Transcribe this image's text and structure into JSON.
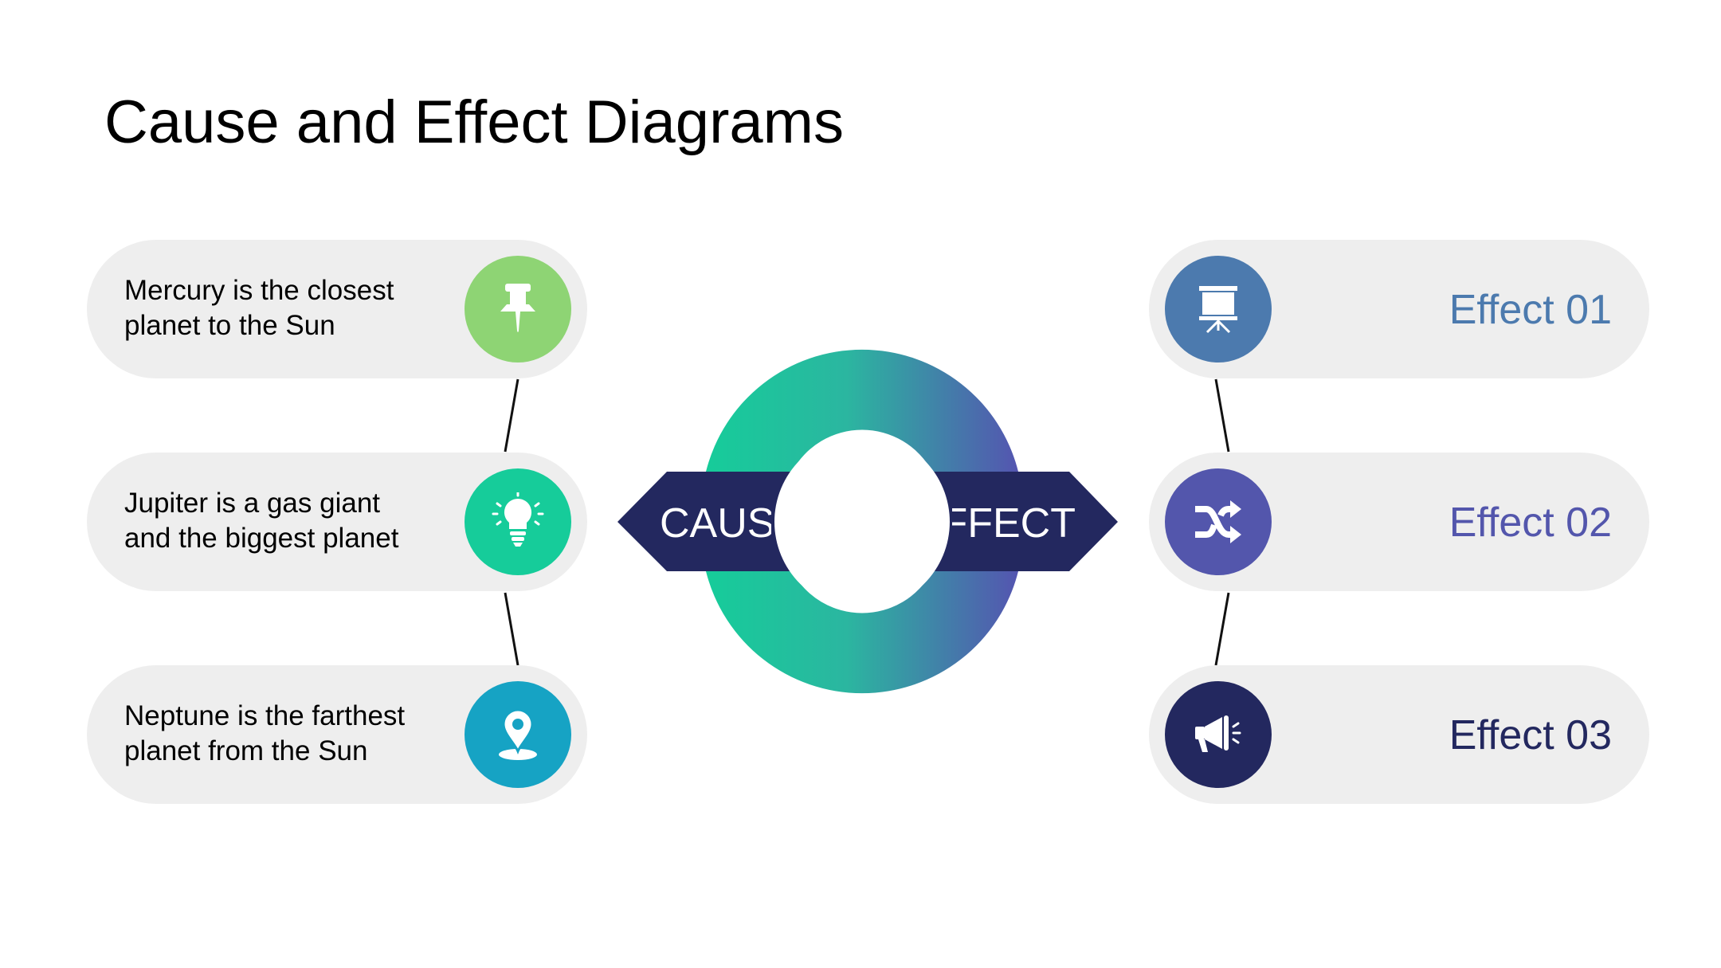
{
  "title": "Cause and Effect Diagrams",
  "center": {
    "cause_label": "CAUSE",
    "effect_label": "EFFECT",
    "arrow_color": "#23285f",
    "ring_gradient": [
      "#16cc9a",
      "#5455b0"
    ]
  },
  "causes": [
    {
      "text_line1": "Mercury is the closest",
      "text_line2": "planet to the Sun",
      "icon": "pushpin-icon",
      "color": "#8ed474"
    },
    {
      "text_line1": "Jupiter is a gas giant",
      "text_line2": "and the biggest planet",
      "icon": "lightbulb-icon",
      "color": "#16cc9a"
    },
    {
      "text_line1": "Neptune is the farthest",
      "text_line2": "planet from the Sun",
      "icon": "location-pin-icon",
      "color": "#16a3c4"
    }
  ],
  "effects": [
    {
      "label": "Effect 01",
      "icon": "presentation-board-icon",
      "color": "#4c7aae"
    },
    {
      "label": "Effect 02",
      "icon": "shuffle-icon",
      "color": "#5356ac"
    },
    {
      "label": "Effect 03",
      "icon": "megaphone-icon",
      "color": "#23285f"
    }
  ]
}
